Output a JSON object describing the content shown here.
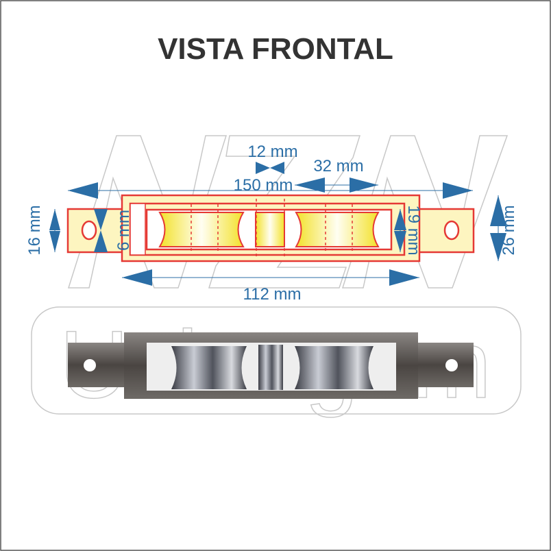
{
  "title": "VISTA FRONTAL",
  "watermark": {
    "logo": "NZN",
    "brand": "Usinagem"
  },
  "dimensions": {
    "total_length": "150 mm",
    "body_length": "112 mm",
    "center_roller": "12 mm",
    "roller_width": "32 mm",
    "tab_height": "16 mm",
    "slot": "6 mm",
    "inner_height": "19 mm",
    "body_height": "26 mm"
  },
  "colors": {
    "arrow": "#2b6ea6",
    "outline": "#e53935",
    "fill": "#fdf5c0",
    "roller": "#f5e53a"
  }
}
